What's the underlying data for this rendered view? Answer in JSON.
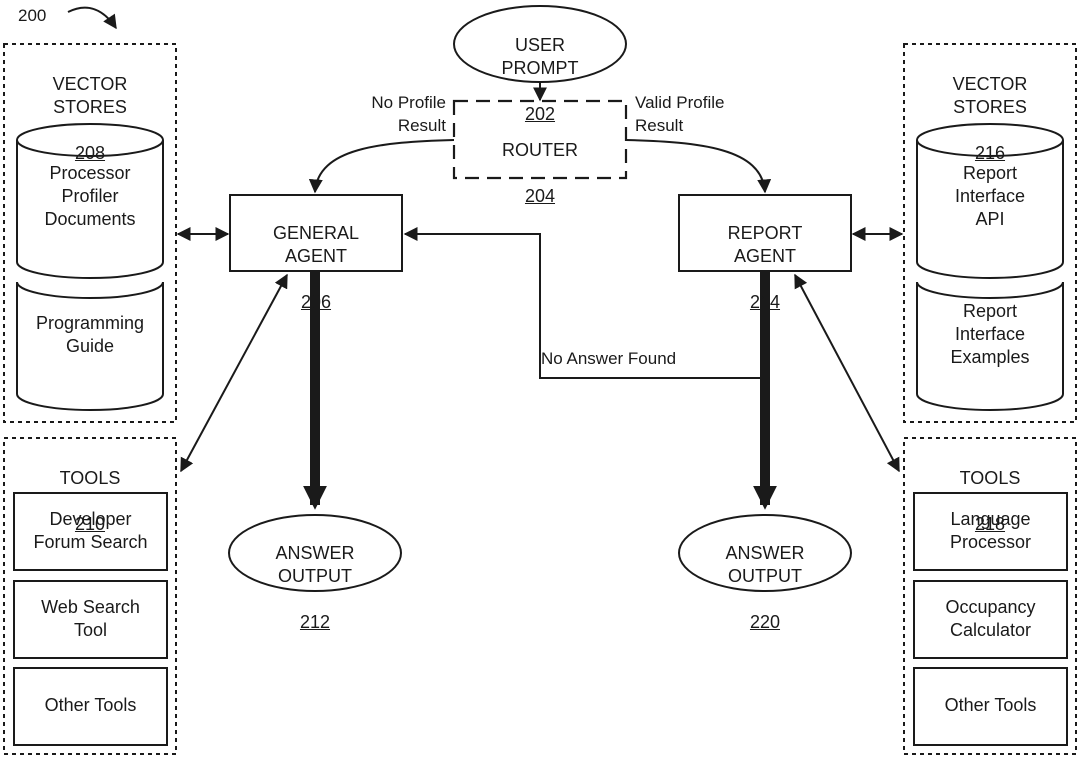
{
  "figure": {
    "ref": "200"
  },
  "user_prompt": {
    "label": "USER\nPROMPT",
    "ref": "202"
  },
  "router": {
    "label": "ROUTER",
    "ref": "204"
  },
  "general_agent": {
    "label": "GENERAL\nAGENT",
    "ref": "206"
  },
  "report_agent": {
    "label": "REPORT\nAGENT",
    "ref": "214"
  },
  "answer_left": {
    "label": "ANSWER\nOUTPUT",
    "ref": "212"
  },
  "answer_right": {
    "label": "ANSWER\nOUTPUT",
    "ref": "220"
  },
  "vector_left": {
    "label": "VECTOR\nSTORES",
    "ref": "208",
    "items": [
      "Processor\nProfiler\nDocuments",
      "Programming\nGuide"
    ]
  },
  "vector_right": {
    "label": "VECTOR\nSTORES",
    "ref": "216",
    "items": [
      "Report\nInterface\nAPI",
      "Report\nInterface\nExamples"
    ]
  },
  "tools_left": {
    "label": "TOOLS",
    "ref": "210",
    "items": [
      "Developer\nForum Search",
      "Web Search\nTool",
      "Other Tools"
    ]
  },
  "tools_right": {
    "label": "TOOLS",
    "ref": "218",
    "items": [
      "Language\nProcessor",
      "Occupancy\nCalculator",
      "Other Tools"
    ]
  },
  "edges": {
    "no_profile": "No Profile\nResult",
    "valid_profile": "Valid Profile\nResult",
    "no_answer": "No Answer Found"
  }
}
